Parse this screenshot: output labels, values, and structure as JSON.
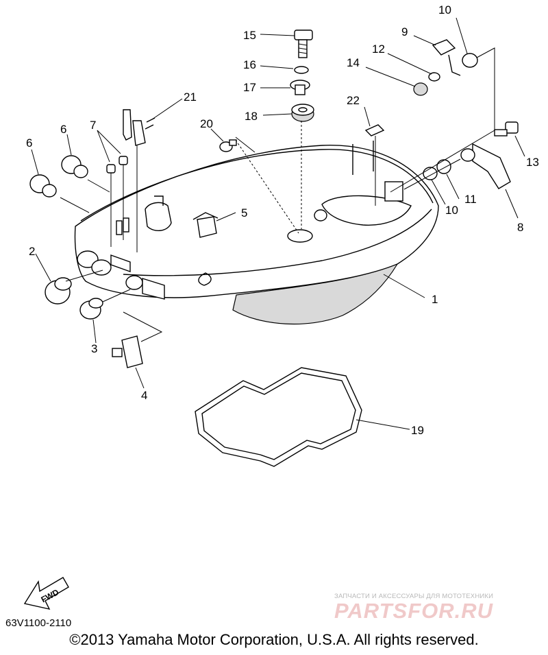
{
  "diagram": {
    "callouts": [
      "1",
      "2",
      "3",
      "4",
      "5",
      "6",
      "6",
      "7",
      "8",
      "9",
      "10",
      "10",
      "11",
      "12",
      "13",
      "14",
      "15",
      "16",
      "17",
      "18",
      "19",
      "20",
      "21",
      "22"
    ],
    "fwd_label": "FWD",
    "part_number": "63V1100-2110",
    "copyright": "©2013 Yamaha Motor Corporation, U.S.A. All rights reserved.",
    "watermark_tagline": "ЗАПЧАСТИ И АКСЕССУАРЫ ДЛЯ МОТОТЕХНИКИ",
    "watermark_logo": "PARTSFOR.RU"
  }
}
